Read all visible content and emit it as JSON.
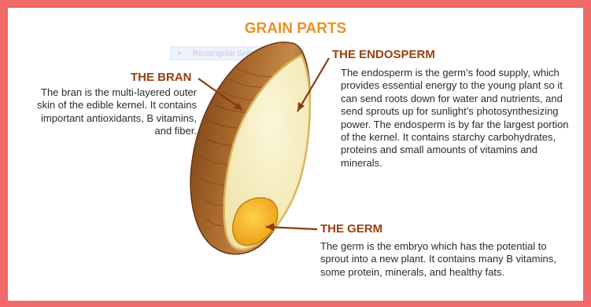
{
  "title": "GRAIN PARTS",
  "snip_tool": {
    "close_glyph": "×",
    "label": "Rectangular Snip"
  },
  "bran": {
    "title": "THE BRAN",
    "text": "The bran is the multi-layered outer skin of the edible kernel. It contains important antioxidants, B vitamins, and fiber."
  },
  "endosperm": {
    "title": "THE ENDOSPERM",
    "text": "The endosperm is the germ’s food supply, which provides essential energy to the young plant so it can send roots down for water and nutrients, and send sprouts up for sunlight’s photosynthesizing power. The endosperm is by far the largest portion of the kernel. It contains starchy carbohydrates, proteins and small amounts of vitamins and minerals."
  },
  "germ": {
    "title": "THE GERM",
    "text": "The germ is the embryo which has the potential to sprout into a new plant. It contains many B vitamins, some protein, minerals, and healthy fats."
  },
  "colors": {
    "frame": "#f06a6a",
    "title": "#e8902a",
    "heading": "#9a3f12",
    "bran": "#9c5a22",
    "endosperm": "#f7f1c4",
    "germ": "#f2b01c"
  }
}
